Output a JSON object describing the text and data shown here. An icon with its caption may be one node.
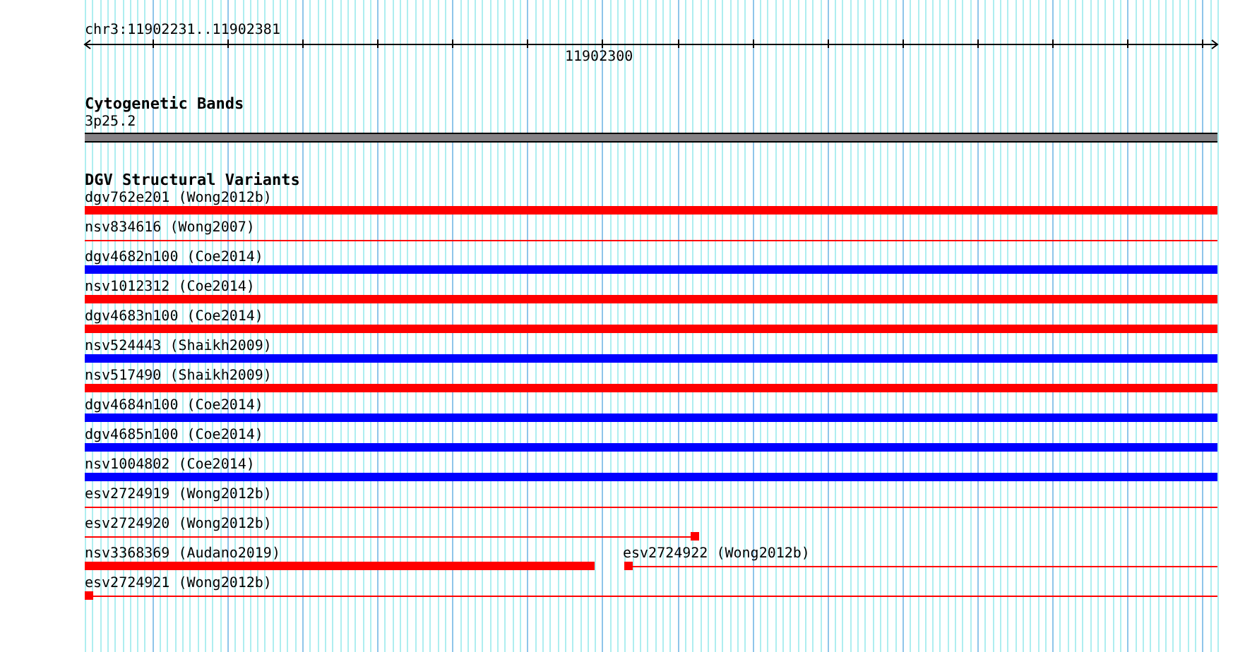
{
  "diagram": {
    "nodes": [
      {
        "text": [
          "3p25.2"
        ]
      },
      {
        "text": [
          "dgv762e201 (Wong2012b)"
        ]
      },
      {
        "text": [
          "nsv834616 (Wong2007)"
        ]
      },
      {
        "text": [
          "dgv4682n100 (Coe2014)"
        ]
      },
      {
        "text": [
          "nsv1012312 (Coe2014)"
        ]
      },
      {
        "text": [
          "dgv4683n100 (Coe2014)"
        ]
      },
      {
        "text": [
          "nsv524443 (Shaikh2009)"
        ]
      },
      {
        "text": [
          "nsv517490 (Shaikh2009)"
        ]
      },
      {
        "text": [
          "dgv4684n100 (Coe2014)"
        ]
      },
      {
        "text": [
          "dgv4685n100 (Coe2014)"
        ]
      },
      {
        "text": [
          "nsv1004802 (Coe2014)"
        ]
      },
      {
        "text": [
          "esv2724919 (Wong2012b)"
        ]
      },
      {
        "text": [
          "esv2724920 (Wong2012b)"
        ]
      },
      {
        "text": [
          "nsv3368369 (Audano2019)"
        ]
      },
      {
        "text": [
          "esv2724922 (Wong2012b)"
        ]
      },
      {
        "text": [
          "esv2724921 (Wong2012b)"
        ]
      }
    ],
    "labels": [
      "chr3:11902231..11902381",
      "11902300",
      "Cytogenetic Bands",
      "DGV Structural Variants"
    ]
  }
}
